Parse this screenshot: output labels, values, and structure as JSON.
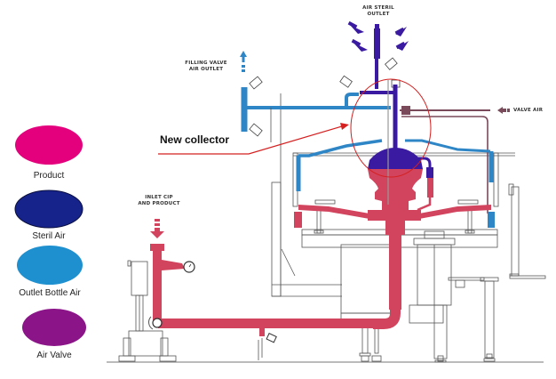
{
  "colors": {
    "product": "#e4007c",
    "steril_air": "#16238a",
    "outlet_bottle_air": "#1e90d0",
    "air_valve": "#8b1489",
    "product_pipe": "#d2445e",
    "steril_pipe": "#3a1aa0",
    "outlet_pipe": "#2f86c6",
    "valve_air_pipe": "#7a4a5a",
    "callout": "#d42020",
    "frame": "#555555"
  },
  "legend": {
    "items": [
      {
        "key": "product",
        "label": "Product"
      },
      {
        "key": "steril_air",
        "label": "Steril Air"
      },
      {
        "key": "outlet_bottle_air",
        "label": "Outlet Bottle Air"
      },
      {
        "key": "air_valve",
        "label": "Air Valve"
      }
    ]
  },
  "labels": {
    "air_steril_outlet_line1": "AIR STERIL",
    "air_steril_outlet_line2": "OUTLET",
    "filling_valve_line1": "FILLING VALVE",
    "filling_valve_line2": "AIR OUTLET",
    "valve_air": "VALVE AIR",
    "inlet_line1": "INLET CIP",
    "inlet_line2": "AND PRODUCT",
    "new_collector": "New collector"
  }
}
